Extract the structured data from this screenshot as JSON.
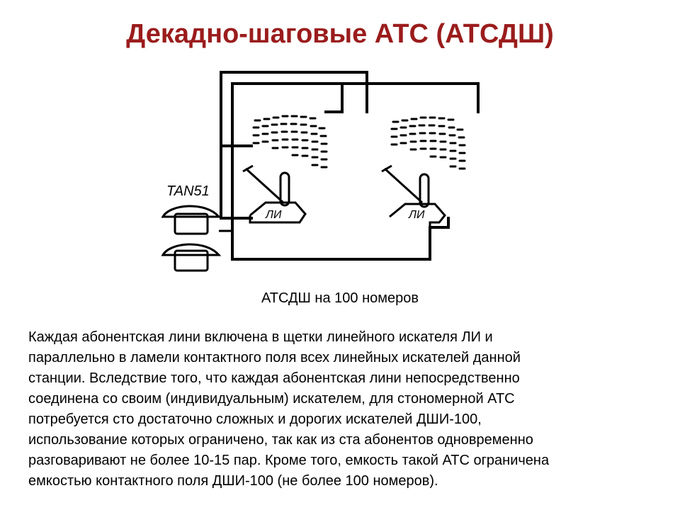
{
  "title": "Декадно-шаговые АТС (АТСДШ)",
  "diagram": {
    "phone_label": "TAN51",
    "finder_left_label": "ЛИ",
    "finder_right_label": "ЛИ",
    "line_color": "#000000"
  },
  "caption": "АТСДШ на 100 номеров",
  "body_lines": [
    "Каждая абонентская лини включена в щетки линейного искателя ЛИ и",
    "параллельно в ламели контактного поля всех линейных искателей данной",
    "станции. Вследствие того, что каждая абонентская лини непосредственно",
    "соединена со своим (индивидуальным) искателем, для стономерной АТС",
    "потребуется сто достаточно сложных и дорогих искателей ДШИ-100,",
    "использование которых ограничено, так как из ста абонентов одновременно",
    "разговаривают не более 10-15 пар. Кроме того, емкость такой АТС ограничена",
    "емкостью контактного поля ДШИ-100 (не более 100 номеров)."
  ],
  "colors": {
    "title": "#9b1c1c",
    "text": "#000000",
    "background": "#ffffff"
  }
}
